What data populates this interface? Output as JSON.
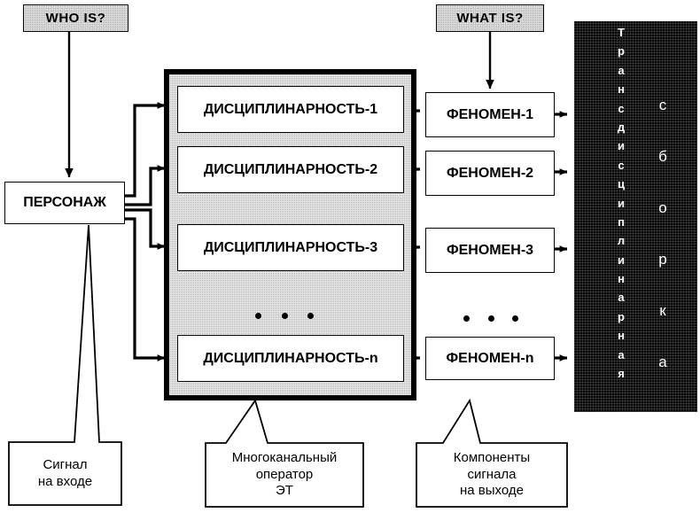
{
  "diagram": {
    "title_vertical_bold": "Трансдисциплинарная",
    "title_vertical_light": "сборка"
  },
  "questions": {
    "who": "WHO IS?",
    "what": "WHAT IS?"
  },
  "actor": {
    "label": "ПЕРСОНАЖ"
  },
  "operator": {
    "disciplines": [
      {
        "label": "ДИСЦИПЛИНАРНОСТЬ-1"
      },
      {
        "label": "ДИСЦИПЛИНАРНОСТЬ-2"
      },
      {
        "label": "ДИСЦИПЛИНАРНОСТЬ-3"
      },
      {
        "label": "ДИСЦИПЛИНАРНОСТЬ-n"
      }
    ],
    "ellipsis": "• • •"
  },
  "phenomena": [
    {
      "label": "ФЕНОМЕН-1"
    },
    {
      "label": "ФЕНОМЕН-2"
    },
    {
      "label": "ФЕНОМЕН-3"
    },
    {
      "label": "ФЕНОМЕН-n"
    }
  ],
  "assembly": {
    "letters_bold": [
      "Т",
      "р",
      "а",
      "н",
      "с",
      "д",
      "и",
      "с",
      "ц",
      "и",
      "п",
      "л",
      "и",
      "н",
      "а",
      "р",
      "н",
      "а",
      "я"
    ],
    "letters_light": [
      "с",
      "б",
      "о",
      "р",
      "к",
      "а"
    ]
  },
  "callouts": {
    "input": {
      "lines": [
        "Сигнал",
        "на входе"
      ]
    },
    "operator": {
      "lines": [
        "Многоканальный",
        "оператор",
        "ЭТ"
      ]
    },
    "output": {
      "lines": [
        "Компоненты",
        "сигнала",
        "на выходе"
      ]
    }
  },
  "colors": {
    "ink": "#000000",
    "paper": "#ffffff",
    "hatch_gray": "#a8a8a8",
    "operator_gray": "#b4b4b4",
    "assembly_black": "#080808",
    "assembly_text": "#ffffff"
  }
}
